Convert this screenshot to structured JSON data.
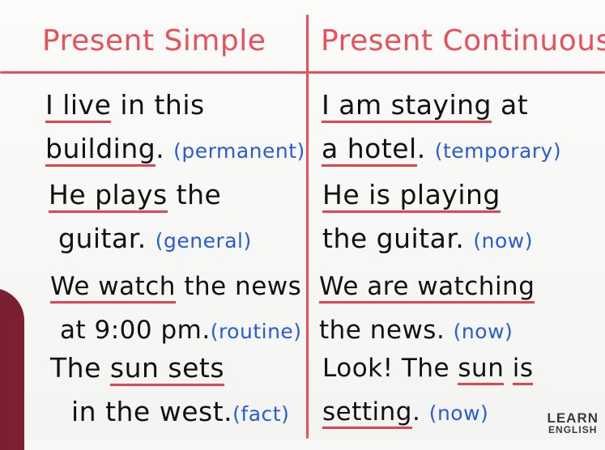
{
  "headers": {
    "left": "Present Simple",
    "right": "Present Continuous"
  },
  "left": [
    {
      "l1_u": "I live",
      "l1_rest": " in this",
      "l2_u": "building",
      "l2_rest": ". ",
      "note": "(permanent)"
    },
    {
      "l1_u": "He plays",
      "l1_rest": " the",
      "l2_u": "",
      "l2_rest": "guitar. ",
      "note": "(general)"
    },
    {
      "l1_u": "We watch",
      "l1_rest": " the news",
      "l2_u": "",
      "l2_rest": "at 9:00 pm.",
      "note": "(routine)"
    },
    {
      "l1_u": "",
      "l1_pre": "The ",
      "l1_mid_u": "sun sets",
      "l1_rest": "",
      "l2_u": "",
      "l2_rest": "in the west.",
      "note": "(fact)"
    }
  ],
  "right": [
    {
      "l1_u": "I am staying",
      "l1_rest": " at",
      "l2_u": "a hotel",
      "l2_rest": ". ",
      "note": "(temporary)"
    },
    {
      "l1_u": "He is playing",
      "l1_rest": "",
      "l2_u": "",
      "l2_rest": "the guitar. ",
      "note": "(now)"
    },
    {
      "l1_u": "We are watching",
      "l1_rest": "",
      "l2_u": "",
      "l2_rest": "the news. ",
      "note": "(now)"
    },
    {
      "l1_pre": "Look! The ",
      "l1_u": "sun",
      "l1_mid": " ",
      "l1_u2": "is",
      "l1_rest": "",
      "l2_u": "setting",
      "l2_rest": ". ",
      "note": "(now)"
    }
  ],
  "logo": {
    "line1": "LEARN",
    "line2": "ENGLISH"
  }
}
